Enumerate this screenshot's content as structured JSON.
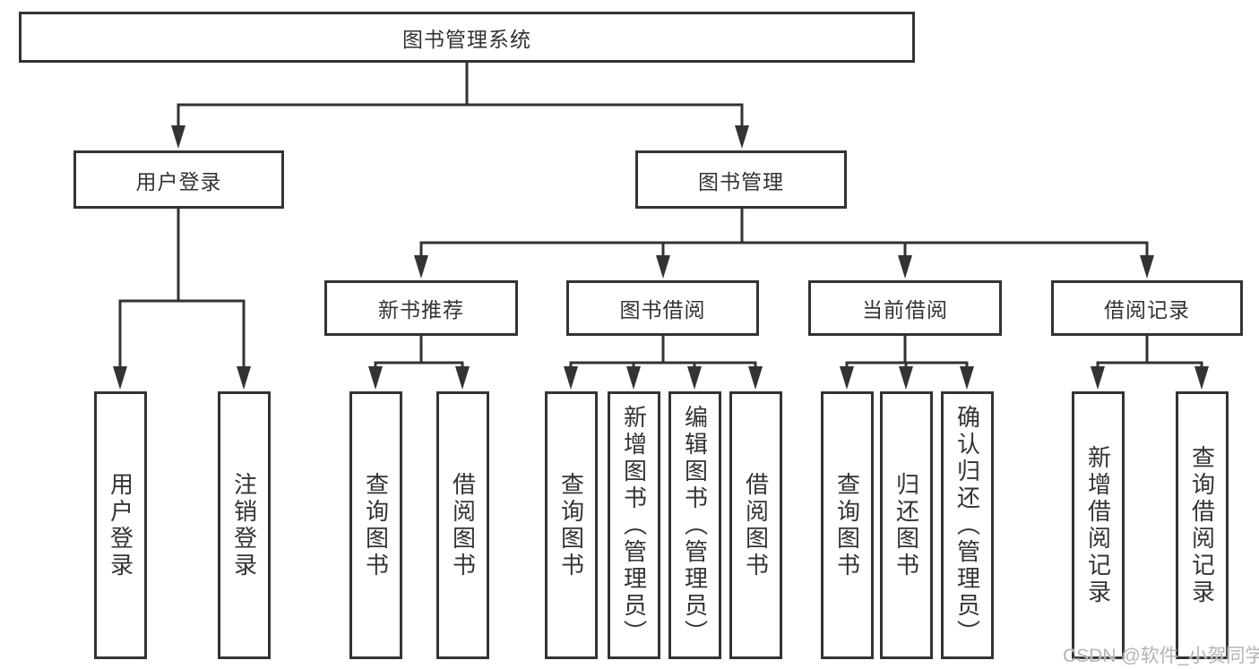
{
  "colors": {
    "line": "#333333",
    "box_border": "#333333",
    "text": "#333333",
    "watermark": "#b5b5b5",
    "background": "#ffffff"
  },
  "diagram": {
    "title_node": {
      "label": "图书管理系统"
    },
    "level2": [
      {
        "label": "用户登录"
      },
      {
        "label": "图书管理"
      }
    ],
    "level3": [
      {
        "label": "新书推荐",
        "parent": "图书管理"
      },
      {
        "label": "图书借阅",
        "parent": "图书管理"
      },
      {
        "label": "当前借阅",
        "parent": "图书管理"
      },
      {
        "label": "借阅记录",
        "parent": "图书管理"
      }
    ],
    "leaves": [
      {
        "label": "用户登录",
        "parent": "用户登录"
      },
      {
        "label": "注销登录",
        "parent": "用户登录"
      },
      {
        "label": "查询图书",
        "parent": "新书推荐"
      },
      {
        "label": "借阅图书",
        "parent": "新书推荐"
      },
      {
        "label": "查询图书",
        "parent": "图书借阅"
      },
      {
        "label": "新增图书（管理员）",
        "parent": "图书借阅"
      },
      {
        "label": "编辑图书（管理员）",
        "parent": "图书借阅"
      },
      {
        "label": "借阅图书",
        "parent": "图书借阅"
      },
      {
        "label": "查询图书",
        "parent": "当前借阅"
      },
      {
        "label": "归还图书",
        "parent": "当前借阅"
      },
      {
        "label": "确认归还（管理员）",
        "parent": "当前借阅"
      },
      {
        "label": "新增借阅记录",
        "parent": "借阅记录"
      },
      {
        "label": "查询借阅记录",
        "parent": "借阅记录"
      }
    ]
  },
  "watermark": {
    "text": "CSDN @软件_小贺同学"
  }
}
